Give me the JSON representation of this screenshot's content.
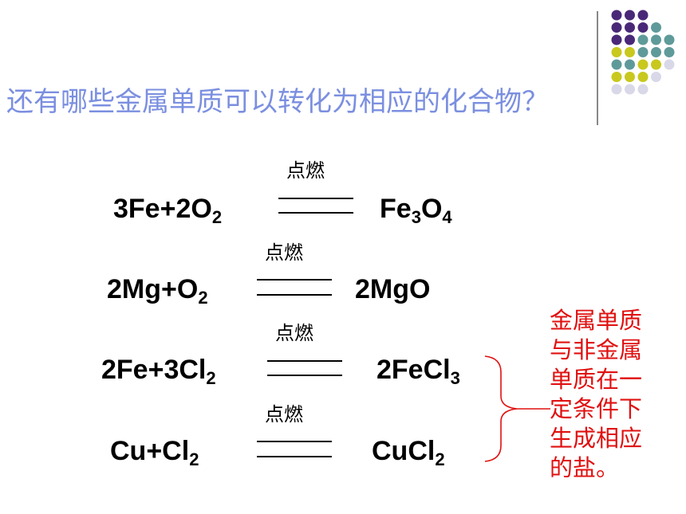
{
  "title": "还有哪些金属单质可以转化为相应的化合物？",
  "condition_label": "点燃",
  "equations": [
    {
      "left": [
        {
          "t": "3Fe+2O"
        },
        {
          "s": "2"
        }
      ],
      "right": [
        {
          "t": "Fe"
        },
        {
          "s": "3"
        },
        {
          "t": "O"
        },
        {
          "s": "4"
        }
      ]
    },
    {
      "left": [
        {
          "t": "2Mg+O"
        },
        {
          "s": "2"
        }
      ],
      "right": [
        {
          "t": "2MgO"
        }
      ]
    },
    {
      "left": [
        {
          "t": "2Fe+3Cl"
        },
        {
          "s": "2"
        }
      ],
      "right": [
        {
          "t": "2FeCl"
        },
        {
          "s": "3"
        }
      ]
    },
    {
      "left": [
        {
          "t": "Cu+Cl"
        },
        {
          "s": "2"
        }
      ],
      "right": [
        {
          "t": "CuCl"
        },
        {
          "s": "2"
        }
      ]
    }
  ],
  "note": "金属单质与非金属单质在一定条件下生成相应的盐。",
  "colors": {
    "title": "#7b8fe0",
    "note": "#e01010",
    "dot_purple": "#4a2878",
    "dot_teal": "#5f9a9a",
    "dot_yellow": "#c8c81e"
  }
}
